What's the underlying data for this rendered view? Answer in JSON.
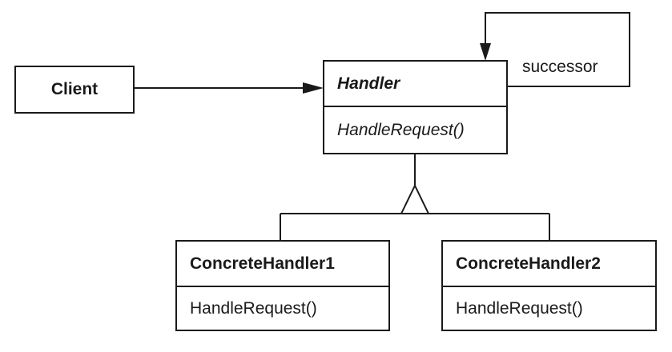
{
  "classes": {
    "client": {
      "name": "Client"
    },
    "handler": {
      "name": "Handler",
      "operation": "HandleRequest()"
    },
    "concrete_handler_1": {
      "name": "ConcreteHandler1",
      "operation": "HandleRequest()"
    },
    "concrete_handler_2": {
      "name": "ConcreteHandler2",
      "operation": "HandleRequest()"
    }
  },
  "associations": {
    "successor": {
      "label": "successor"
    }
  },
  "colors": {
    "stroke": "#1a1a1a",
    "background": "#ffffff"
  }
}
